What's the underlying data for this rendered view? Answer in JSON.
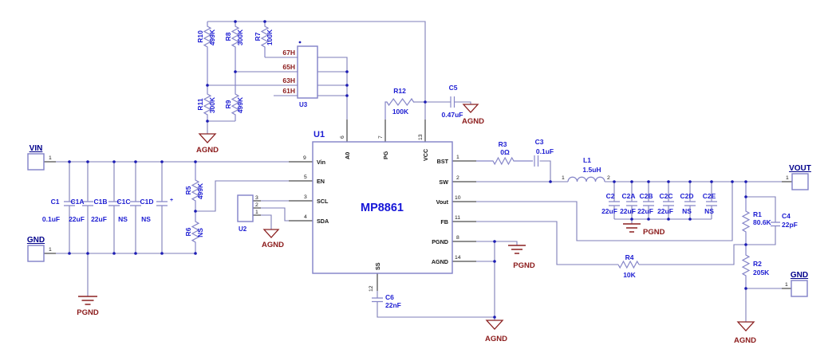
{
  "connectors": {
    "vin": {
      "label": "VIN",
      "pin": "1"
    },
    "gnd_left": {
      "label": "GND",
      "pin": "1"
    },
    "vout": {
      "label": "VOUT",
      "pin": "1"
    },
    "gnd_right": {
      "label": "GND",
      "pin": "1"
    }
  },
  "u1": {
    "ref": "U1",
    "part": "MP8861",
    "left": [
      {
        "num": "9",
        "name": "Vin"
      },
      {
        "num": "5",
        "name": "EN"
      },
      {
        "num": "3",
        "name": "SCL"
      },
      {
        "num": "4",
        "name": "SDA"
      }
    ],
    "top": [
      {
        "num": "6",
        "name": "A0"
      },
      {
        "num": "7",
        "name": "PG"
      },
      {
        "num": "13",
        "name": "VCC"
      }
    ],
    "right": [
      {
        "num": "1",
        "name": "BST"
      },
      {
        "num": "2",
        "name": "SW"
      },
      {
        "num": "10",
        "name": "Vout"
      },
      {
        "num": "11",
        "name": "FB"
      },
      {
        "num": "8",
        "name": "PGND"
      },
      {
        "num": "14",
        "name": "AGND"
      }
    ],
    "bottom": [
      {
        "num": "12",
        "name": "SS"
      }
    ]
  },
  "u2": {
    "ref": "U2",
    "pins": [
      "3",
      "2",
      "1"
    ]
  },
  "u3": {
    "ref": "U3",
    "addresses": [
      "67H",
      "65H",
      "63H",
      "61H"
    ]
  },
  "resistors": {
    "r1": {
      "ref": "R1",
      "value": "80.6K"
    },
    "r2": {
      "ref": "R2",
      "value": "205K"
    },
    "r3": {
      "ref": "R3",
      "value": "0Ω"
    },
    "r4": {
      "ref": "R4",
      "value": "10K"
    },
    "r5": {
      "ref": "R5",
      "value": "499K"
    },
    "r6": {
      "ref": "R6",
      "value": "NS"
    },
    "r7": {
      "ref": "R7",
      "value": "100K"
    },
    "r8": {
      "ref": "R8",
      "value": "300K"
    },
    "r9": {
      "ref": "R9",
      "value": "499K"
    },
    "r10": {
      "ref": "R10",
      "value": "499K"
    },
    "r11": {
      "ref": "R11",
      "value": "300K"
    },
    "r12": {
      "ref": "R12",
      "value": "100K"
    }
  },
  "capacitors": {
    "c1": {
      "ref": "C1",
      "value": "0.1uF"
    },
    "c1a": {
      "ref": "C1A",
      "value": "22uF"
    },
    "c1b": {
      "ref": "C1B",
      "value": "22uF"
    },
    "c1c": {
      "ref": "C1C",
      "value": "NS"
    },
    "c1d": {
      "ref": "C1D",
      "value": "NS",
      "polarity": "+"
    },
    "c2": {
      "ref": "C2",
      "value": "22uF"
    },
    "c2a": {
      "ref": "C2A",
      "value": "22uF"
    },
    "c2b": {
      "ref": "C2B",
      "value": "22uF"
    },
    "c2c": {
      "ref": "C2C",
      "value": "22uF"
    },
    "c2d": {
      "ref": "C2D",
      "value": "NS"
    },
    "c2e": {
      "ref": "C2E",
      "value": "NS"
    },
    "c3": {
      "ref": "C3",
      "value": "0.1uF"
    },
    "c4": {
      "ref": "C4",
      "value": "22pF"
    },
    "c5": {
      "ref": "C5",
      "value": "0.47uF"
    },
    "c6": {
      "ref": "C6",
      "value": "22nF"
    }
  },
  "inductors": {
    "l1": {
      "ref": "L1",
      "value": "1.5uH",
      "pin1": "1",
      "pin2": "2"
    }
  },
  "nets": {
    "agnd": "AGND",
    "pgnd": "PGND"
  },
  "colors": {
    "wire": "#7d7db8",
    "component_text": "#1c1cd2",
    "net_label": "#8b1a1a",
    "port_label": "#00008b",
    "pin_text": "#151515"
  }
}
